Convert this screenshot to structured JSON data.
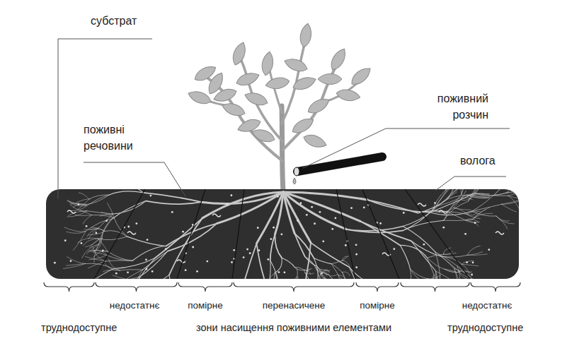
{
  "diagram": {
    "labels": [
      "субстрат",
      "поживний розчин",
      "поживні речовини",
      "волога",
      "недостатнє",
      "помірне",
      "перенасичене",
      "помірне",
      "недостатнє",
      "труднодоступне",
      "зони насищення поживними елементами",
      "труднодоступне"
    ]
  }
}
